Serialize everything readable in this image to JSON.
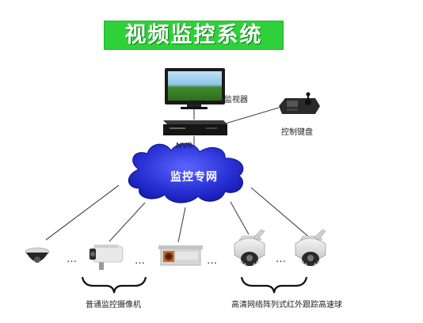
{
  "title": "视频监控系统",
  "monitor_label": "监视器",
  "keyboard_label": "控制键盘",
  "nvr_label": "NVR",
  "network_label": "监控专网",
  "ellipsis": "…",
  "group_standard_label": "普通监控摄像机",
  "group_hd_label": "高清网络阵列式红外跟踪高速球",
  "colors": {
    "banner": "#2fd13a",
    "cloud": "#1a1fb8",
    "line": "#444444"
  }
}
